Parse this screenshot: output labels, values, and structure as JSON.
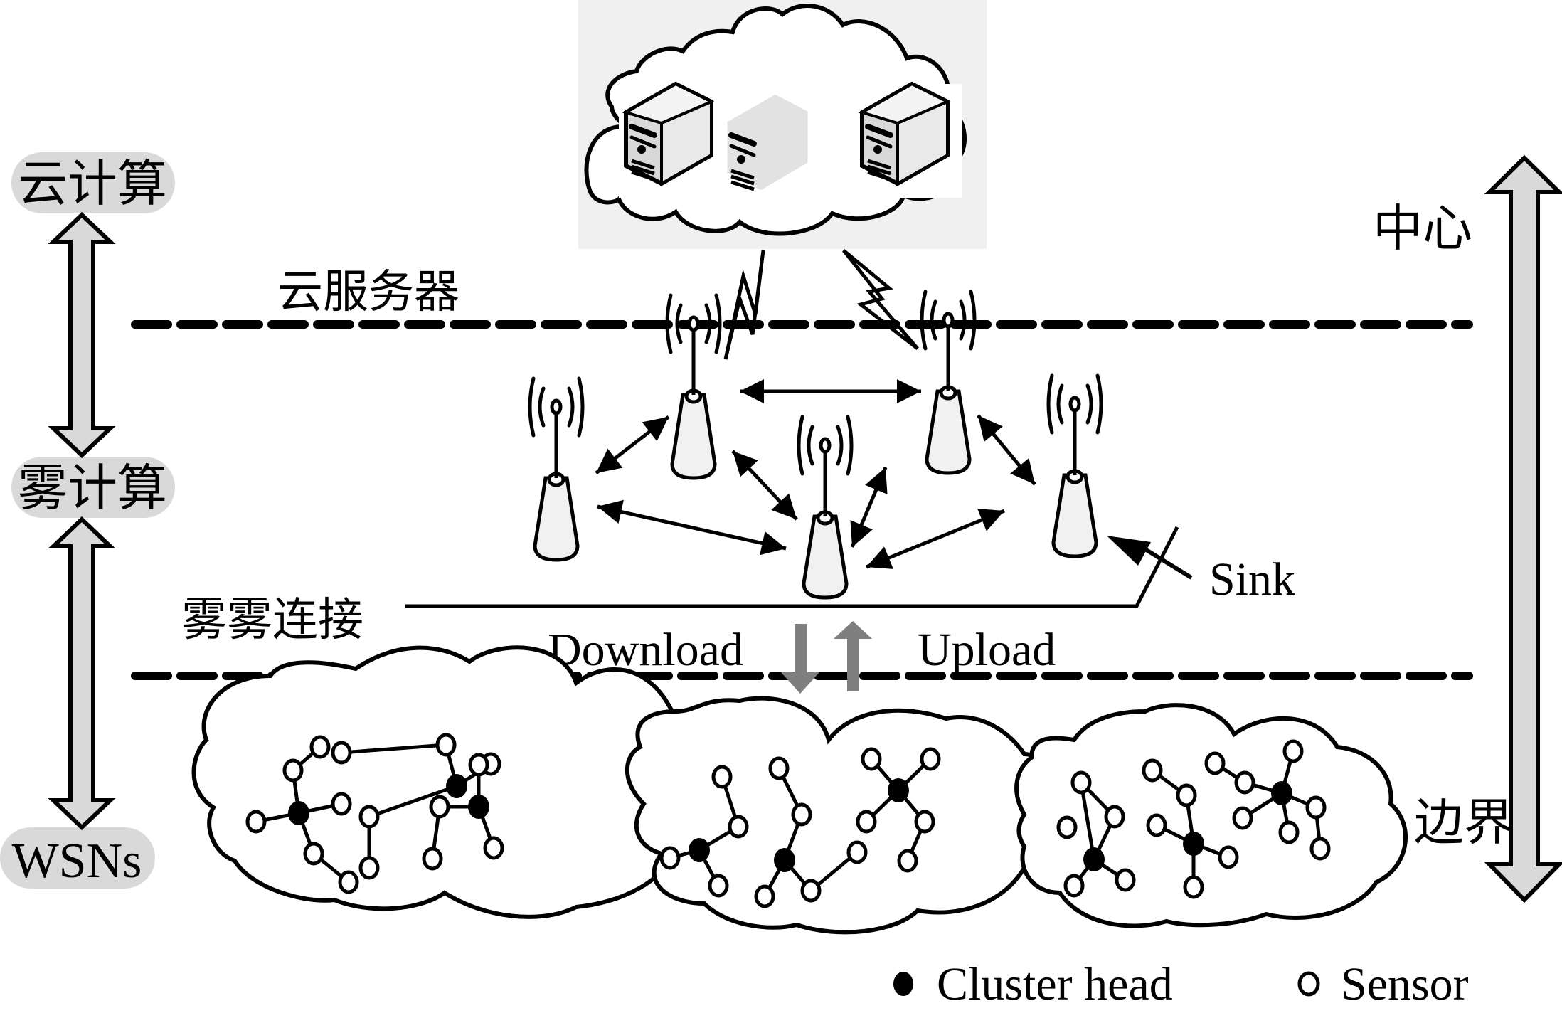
{
  "layers": {
    "cloud": {
      "label": "云计算"
    },
    "fog": {
      "label": "雾计算"
    },
    "edge": {
      "label": "WSNs"
    }
  },
  "scale_axis": {
    "top_label": "中心",
    "bottom_label": "边界"
  },
  "regions": {
    "cloud_servers_label": "云服务器",
    "fog_link_label": "雾雾连接",
    "sink_label": "Sink",
    "download_label": "Download",
    "upload_label": "Upload"
  },
  "servers": [
    {
      "name": "server-1"
    },
    {
      "name": "server-2"
    },
    {
      "name": "server-3"
    }
  ],
  "fog_nodes": [
    {
      "id": "f1"
    },
    {
      "id": "f2"
    },
    {
      "id": "f3"
    },
    {
      "id": "f4"
    },
    {
      "id": "f5"
    }
  ],
  "fog_links": [
    [
      "f2",
      "f4"
    ],
    [
      "f1",
      "f2"
    ],
    [
      "f2",
      "f3"
    ],
    [
      "f1",
      "f3"
    ],
    [
      "f4",
      "f3"
    ],
    [
      "f4",
      "f5"
    ],
    [
      "f3",
      "f5"
    ]
  ],
  "legend": {
    "cluster_head_label": "Cluster head",
    "sensor_label": "Sensor"
  },
  "colors": {
    "pill_fill": "#d9d9d9",
    "arrow_fill": "#d9d9d9",
    "transfer_arrow": "#7f7f7f",
    "cloud_panel": "#f0f0f0"
  }
}
